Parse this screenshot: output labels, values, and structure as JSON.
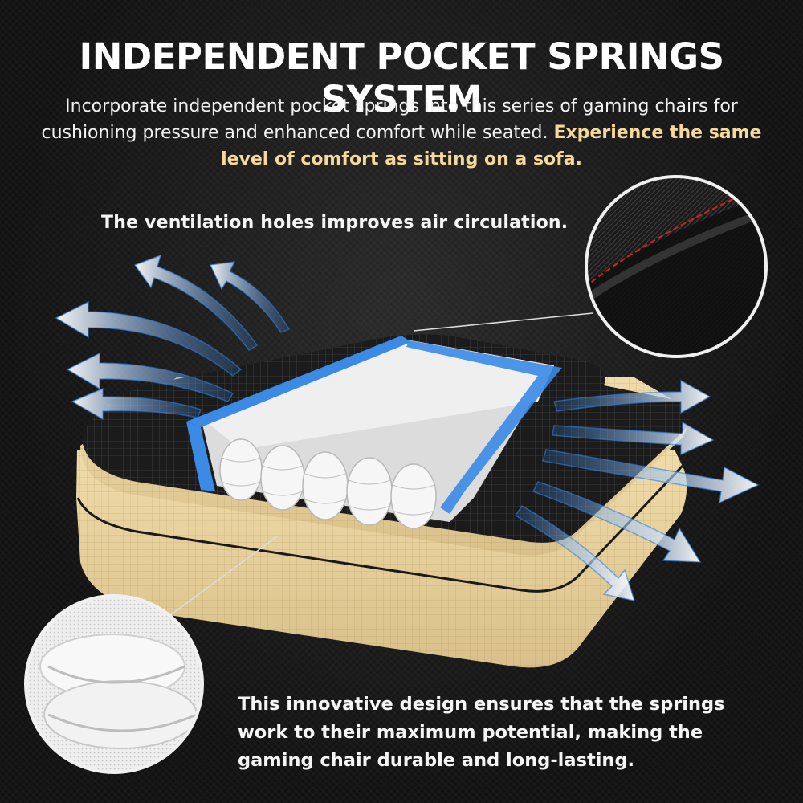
{
  "heading": {
    "title": "INDEPENDENT POCKET SPRINGS SYSTEM",
    "intro_plain": "Incorporate independent pocket springs into this series of gaming chairs for cushioning pressure and enhanced comfort while seated. ",
    "intro_highlight": "Experience the same level of comfort as sitting on a sofa."
  },
  "callouts": {
    "ventilation": "The ventilation holes improves air circulation.",
    "design": "This innovative design ensures that the springs work to their maximum potential, making the gaming chair durable and long-lasting."
  },
  "colors": {
    "highlight": "#f5d89a",
    "foam": "#e8d3a0",
    "cover": "#1c1c1c",
    "airflow": "#2f7fe0",
    "stitch": "#d02020"
  },
  "icons": [
    "airflow-arrow-icon"
  ]
}
